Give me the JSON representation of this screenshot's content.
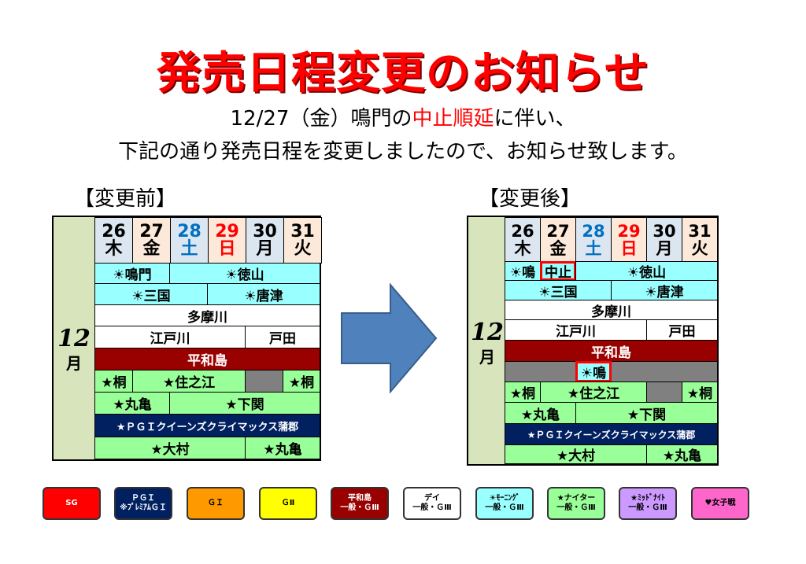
{
  "title": "発売日程変更のお知らせ",
  "subtitle1_pre": "12/27（金）鳴門の",
  "subtitle1_red": "中止順延",
  "subtitle1_post": "に伴い、",
  "subtitle2": "下記の通り発売日程を変更しましたので、お知らせ致します。",
  "before": {
    "label": "【変更前】",
    "month_num": "12",
    "month_unit": "月",
    "days": [
      {
        "d": "26",
        "w": "木",
        "color": "#000000",
        "bg": "#dce6f1"
      },
      {
        "d": "27",
        "w": "金",
        "color": "#000000",
        "bg": "#fde9d9"
      },
      {
        "d": "28",
        "w": "土",
        "color": "#0070c0",
        "bg": "#dce6f1"
      },
      {
        "d": "29",
        "w": "日",
        "color": "#ff0000",
        "bg": "#fde9d9"
      },
      {
        "d": "30",
        "w": "月",
        "color": "#000000",
        "bg": "#dce6f1"
      },
      {
        "d": "31",
        "w": "火",
        "color": "#000000",
        "bg": "#fde9d9"
      }
    ],
    "r1a": "☀鳴門",
    "r1b": "☀徳山",
    "r2a": "☀三国",
    "r2b": "☀唐津",
    "r3": "多摩川",
    "r4a": "江戸川",
    "r4b": "戸田",
    "r5": "平和島",
    "r6a": "★桐",
    "r6b": "★住之江",
    "r6c": "★桐",
    "r7a": "★丸亀",
    "r7b": "★下関",
    "r8": "★ＰＧＩクイーンズクライマックス蒲郡",
    "r9a": "★大村",
    "r9b": "★丸亀"
  },
  "after": {
    "label": "【変更後】",
    "month_num": "12",
    "month_unit": "月",
    "r1a": "☀鳴",
    "r1b": "中止",
    "r1c": "☀徳山",
    "r2a": "☀三国",
    "r2b": "☀唐津",
    "r3": "多摩川",
    "r4a": "江戸川",
    "r4b": "戸田",
    "r5": "平和島",
    "r6": "☀鳴",
    "r7a": "★桐",
    "r7b": "★住之江",
    "r7c": "★桐",
    "r8a": "★丸亀",
    "r8b": "★下関",
    "r9": "★ＰＧＩクイーンズクライマックス蒲郡",
    "r10a": "★大村",
    "r10b": "★丸亀"
  },
  "legend": [
    {
      "l1": "SG",
      "l2": "",
      "bg": "#ff0000",
      "fg": "#ffffff"
    },
    {
      "l1": "ＰＧＩ",
      "l2": "※ﾌﾟﾚﾐｱﾑＧＩ",
      "bg": "#002060",
      "fg": "#ffffff"
    },
    {
      "l1": "ＧＩ",
      "l2": "",
      "bg": "#ff9900",
      "fg": "#000000"
    },
    {
      "l1": "ＧⅡ",
      "l2": "",
      "bg": "#ffff00",
      "fg": "#000000"
    },
    {
      "l1": "平和島",
      "l2": "一般・ＧⅢ",
      "bg": "#990000",
      "fg": "#ffffff"
    },
    {
      "l1": "デイ",
      "l2": "一般・ＧⅢ",
      "bg": "#ffffff",
      "fg": "#000000"
    },
    {
      "l1": "☀ﾓｰﾆﾝｸﾞ",
      "l2": "一般・ＧⅢ",
      "bg": "#99ffff",
      "fg": "#000000"
    },
    {
      "l1": "★ナイター",
      "l2": "一般・ＧⅢ",
      "bg": "#99ff99",
      "fg": "#000000"
    },
    {
      "l1": "★ﾐｯﾄﾞﾅｲﾄ",
      "l2": "一般・ＧⅢ",
      "bg": "#cc99ff",
      "fg": "#000000"
    },
    {
      "l1": "♥女子戦",
      "l2": "",
      "bg": "#ff66cc",
      "fg": "#000000"
    }
  ]
}
